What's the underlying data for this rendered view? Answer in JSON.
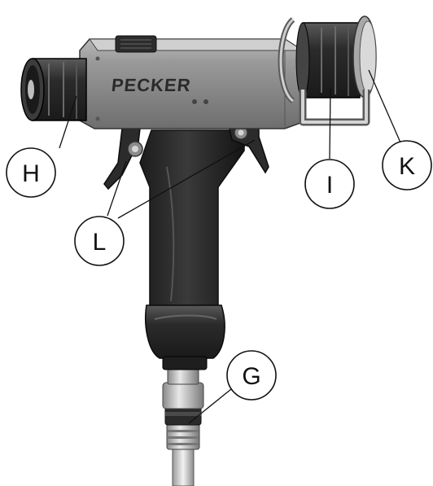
{
  "figure": {
    "brand_logo": "PECKER",
    "callouts": {
      "H": "H",
      "L": "L",
      "I": "I",
      "K": "K",
      "G": "G"
    }
  }
}
